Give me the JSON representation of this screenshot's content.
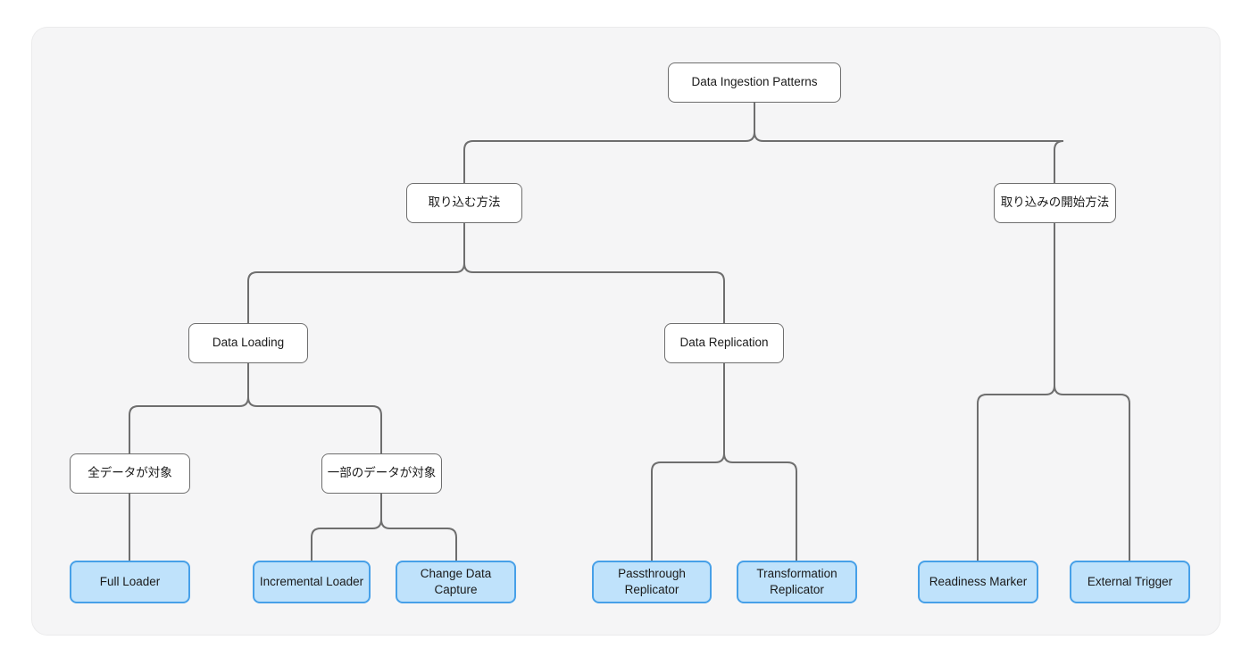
{
  "diagram": {
    "title": "Data Ingestion Patterns mind map",
    "nodes": {
      "root": {
        "label": "Data Ingestion Patterns"
      },
      "intake_method": {
        "label": "取り込む方法"
      },
      "intake_start_method": {
        "label": "取り込みの開始方法"
      },
      "data_loading": {
        "label": "Data Loading"
      },
      "data_replication": {
        "label": "Data Replication"
      },
      "all_data": {
        "label": "全データが対象"
      },
      "partial_data": {
        "label": "一部のデータが対象"
      },
      "full_loader": {
        "label": "Full Loader"
      },
      "incremental_loader": {
        "label": "Incremental Loader"
      },
      "change_data_capture": {
        "label": "Change Data Capture"
      },
      "passthrough_replicator": {
        "label": "Passthrough Replicator"
      },
      "transformation_replicator": {
        "label": "Transformation Replicator"
      },
      "readiness_marker": {
        "label": "Readiness Marker"
      },
      "external_trigger": {
        "label": "External Trigger"
      }
    },
    "colors": {
      "canvas": "#f5f5f6",
      "node_border": "#6e6e6e",
      "connector": "#6e6e6e",
      "leaf_fill": "#bfe2fb",
      "leaf_border": "#47a0e8"
    }
  }
}
